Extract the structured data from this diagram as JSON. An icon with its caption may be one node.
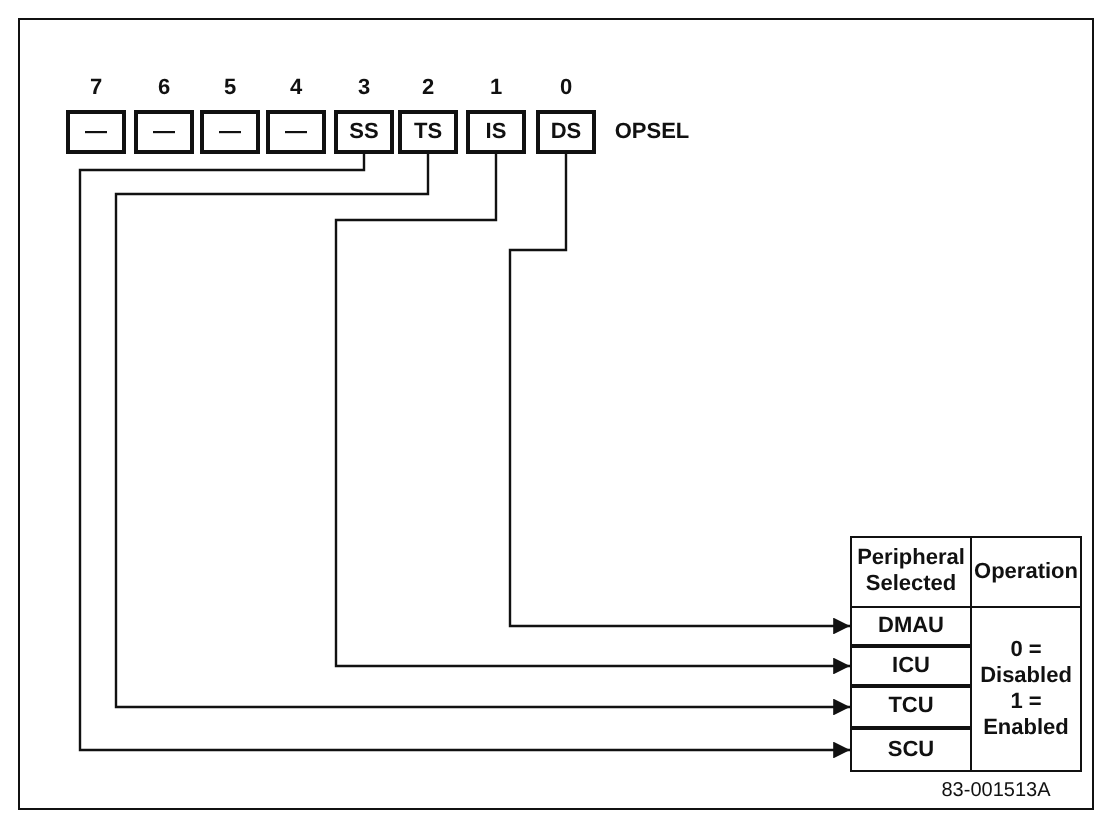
{
  "diagram": {
    "nodes": [
      {
        "text": [
          "—"
        ]
      },
      {
        "text": [
          "—"
        ]
      },
      {
        "text": [
          "—"
        ]
      },
      {
        "text": [
          "—"
        ]
      },
      {
        "text": [
          "SS"
        ]
      },
      {
        "text": [
          "TS"
        ]
      },
      {
        "text": [
          "IS"
        ]
      },
      {
        "text": [
          "DS"
        ]
      },
      {
        "text": [
          "DMAU"
        ]
      },
      {
        "text": [
          "ICU"
        ]
      },
      {
        "text": [
          "TCU"
        ]
      },
      {
        "text": [
          "SCU"
        ]
      }
    ],
    "edges": [
      {
        "from": 7,
        "to": 8,
        "arrow": "to"
      },
      {
        "from": 6,
        "to": 9,
        "arrow": "to"
      },
      {
        "from": 5,
        "to": 10,
        "arrow": "to"
      },
      {
        "from": 4,
        "to": 11,
        "arrow": "to"
      }
    ],
    "labels": [
      "7",
      "6",
      "5",
      "4",
      "3",
      "2",
      "1",
      "0",
      "OPSEL",
      "Peripheral Selected",
      "Operation",
      "0 = Disabled 1 = Enabled",
      "83-001513A"
    ]
  }
}
